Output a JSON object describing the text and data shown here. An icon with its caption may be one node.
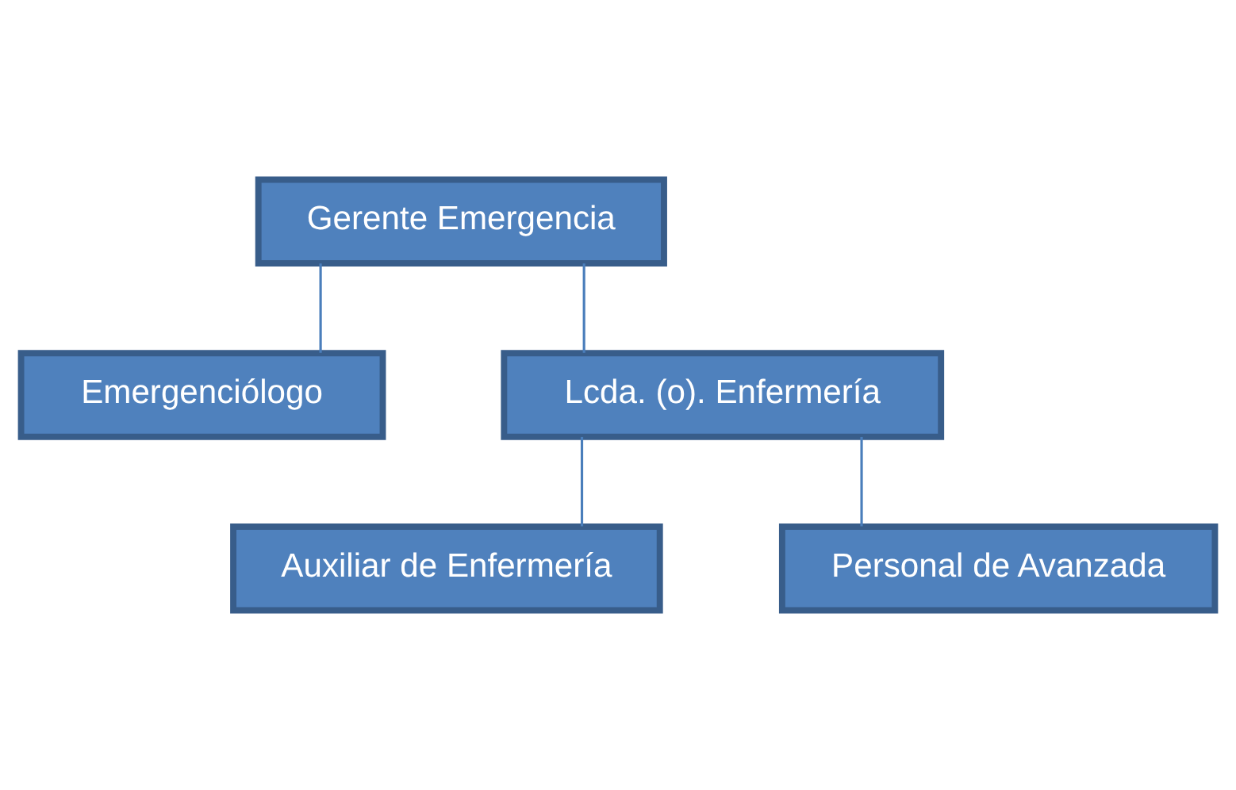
{
  "diagram": {
    "nodes": [
      {
        "text": [
          "Gerente Emergencia"
        ]
      },
      {
        "text": [
          "Emergenciólogo"
        ]
      },
      {
        "text": [
          "Lcda. (o). Enfermería"
        ]
      },
      {
        "text": [
          "Auxiliar de Enfermería"
        ]
      },
      {
        "text": [
          "Personal de Avanzada"
        ]
      }
    ],
    "edges": [
      {
        "from": 0,
        "to": 2,
        "arrow": "none"
      },
      {
        "from": 0,
        "to": 1,
        "arrow": "none"
      },
      {
        "from": 2,
        "to": 3,
        "arrow": "none"
      },
      {
        "from": 2,
        "to": 4,
        "arrow": "none"
      }
    ]
  }
}
